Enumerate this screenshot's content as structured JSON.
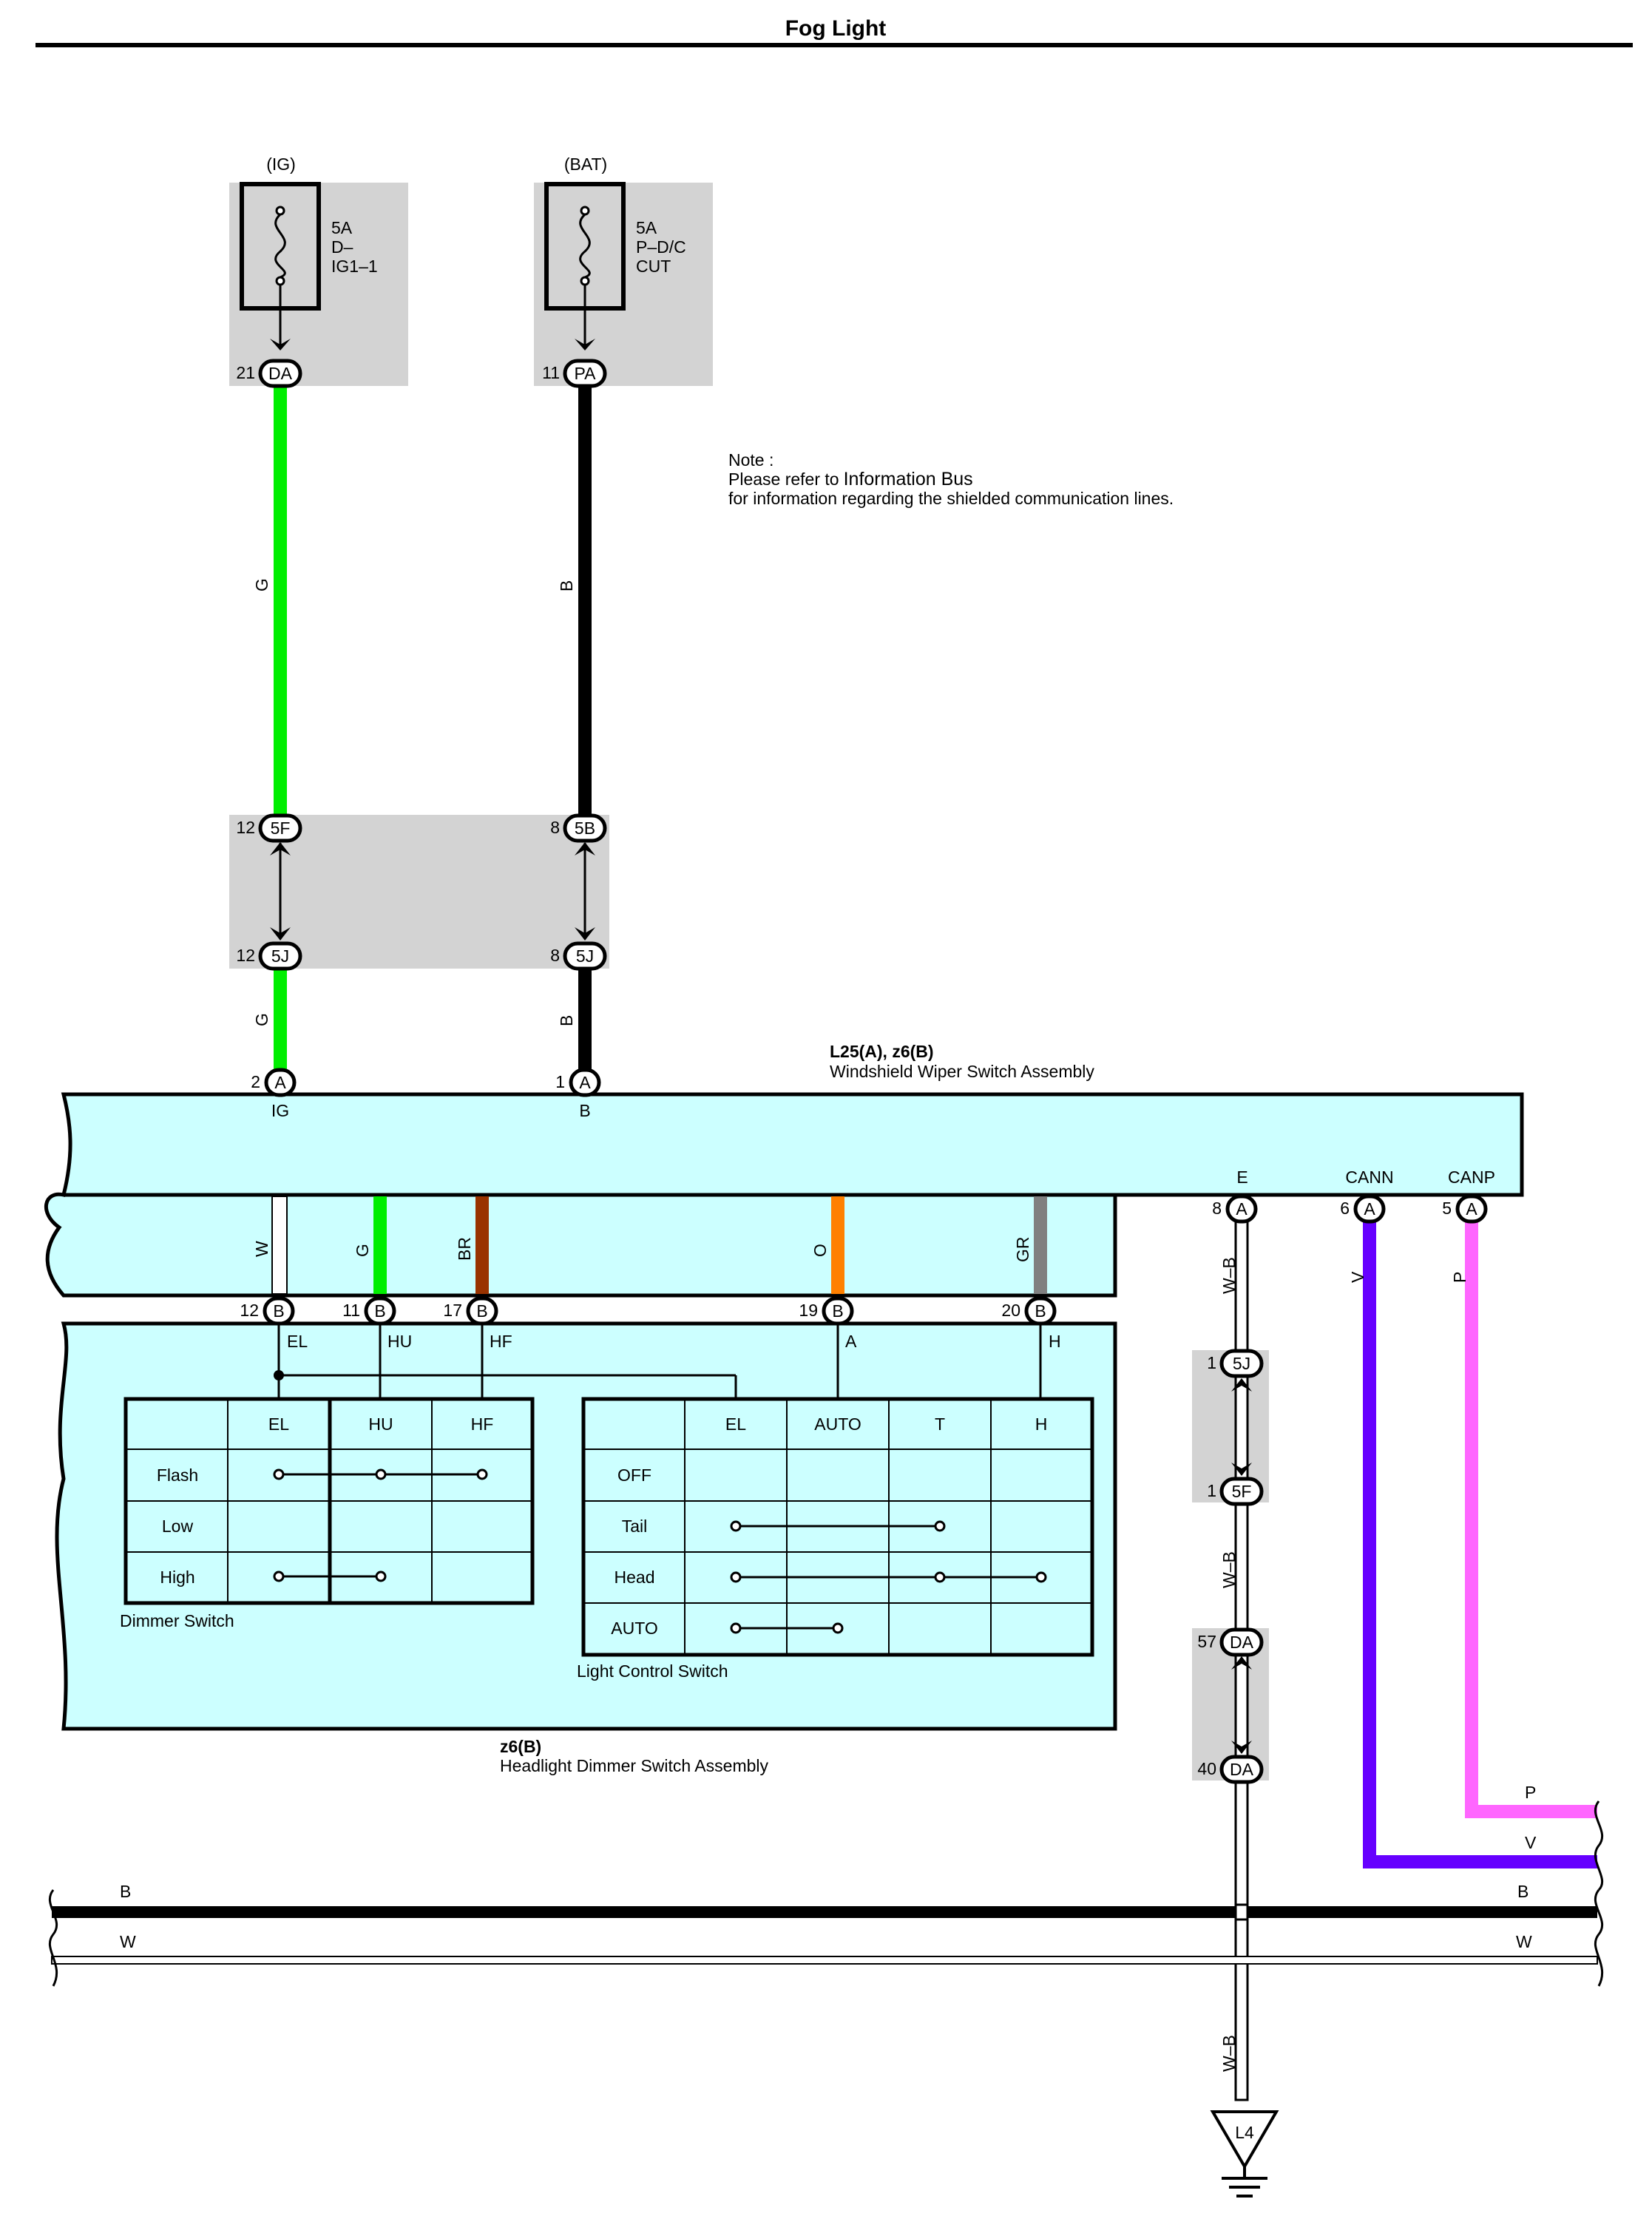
{
  "title": "Fog Light",
  "note": {
    "line1": "Note :",
    "line2a": "Please refer to",
    "line2b": "Information Bus",
    "line3": "for information regarding the shielded communication lines."
  },
  "fuses": [
    {
      "supply": "(IG)",
      "rating": "5A",
      "name1": "D–",
      "name2": "IG1–1"
    },
    {
      "supply": "(BAT)",
      "rating": "5A",
      "name1": "P–D/C",
      "name2": "CUT"
    }
  ],
  "connectors": {
    "da21": {
      "pin": "21",
      "code": "DA"
    },
    "pa11": {
      "pin": "11",
      "code": "PA"
    },
    "f12": {
      "pin": "12",
      "code": "5F"
    },
    "b8": {
      "pin": "8",
      "code": "5B"
    },
    "j12": {
      "pin": "12",
      "code": "5J"
    },
    "j8": {
      "pin": "8",
      "code": "5J"
    },
    "a2": {
      "pin": "2",
      "code": "A"
    },
    "a1": {
      "pin": "1",
      "code": "A"
    },
    "b12": {
      "pin": "12",
      "code": "B"
    },
    "b11": {
      "pin": "11",
      "code": "B"
    },
    "b17": {
      "pin": "17",
      "code": "B"
    },
    "b19": {
      "pin": "19",
      "code": "B"
    },
    "b20": {
      "pin": "20",
      "code": "B"
    },
    "a8": {
      "pin": "8",
      "code": "A"
    },
    "a6": {
      "pin": "6",
      "code": "A"
    },
    "a5": {
      "pin": "5",
      "code": "A"
    },
    "j1": {
      "pin": "1",
      "code": "5J"
    },
    "f1": {
      "pin": "1",
      "code": "5F"
    },
    "da57": {
      "pin": "57",
      "code": "DA"
    },
    "da40": {
      "pin": "40",
      "code": "DA"
    }
  },
  "wire_colors": {
    "G": "#00ee00",
    "B": "#000000",
    "W": "#ffffff",
    "BR": "#993300",
    "O": "#ff8000",
    "GR": "#808080",
    "V": "#6600ff",
    "P": "#ff66ff",
    "WB": "#000000"
  },
  "wire_labels": {
    "g_top": "G",
    "b_top": "B",
    "g_low": "G",
    "b_low": "B",
    "w": "W",
    "g": "G",
    "br": "BR",
    "o": "O",
    "gr": "GR",
    "wb1": "W–B",
    "wb2": "W–B",
    "wb3": "W–B",
    "v": "V",
    "p": "P"
  },
  "wiper_assembly": {
    "ref": "L25(A), z6(B)",
    "name": "Windshield Wiper Switch Assembly",
    "term_ig": "IG",
    "term_b": "B",
    "term_e": "E",
    "term_cann": "CANN",
    "term_canp": "CANP"
  },
  "dimmer_terms": {
    "el": "EL",
    "hu": "HU",
    "hf": "HF",
    "a": "A",
    "h": "H"
  },
  "dimmer_switch": {
    "caption": "Dimmer Switch",
    "columns": [
      "EL",
      "HU",
      "HF"
    ],
    "rows": [
      "Flash",
      "Low",
      "High"
    ]
  },
  "light_control_switch": {
    "caption": "Light Control Switch",
    "columns": [
      "EL",
      "AUTO",
      "T",
      "H"
    ],
    "rows": [
      "OFF",
      "Tail",
      "Head",
      "AUTO"
    ]
  },
  "headlight_assembly": {
    "ref": "z6(B)",
    "name": "Headlight Dimmer Switch Assembly"
  },
  "bus": {
    "b_left": "B",
    "b_right": "B",
    "w_left": "W",
    "w_right": "W",
    "p_right": "P",
    "v_right": "V"
  },
  "ground": {
    "code": "L4"
  }
}
